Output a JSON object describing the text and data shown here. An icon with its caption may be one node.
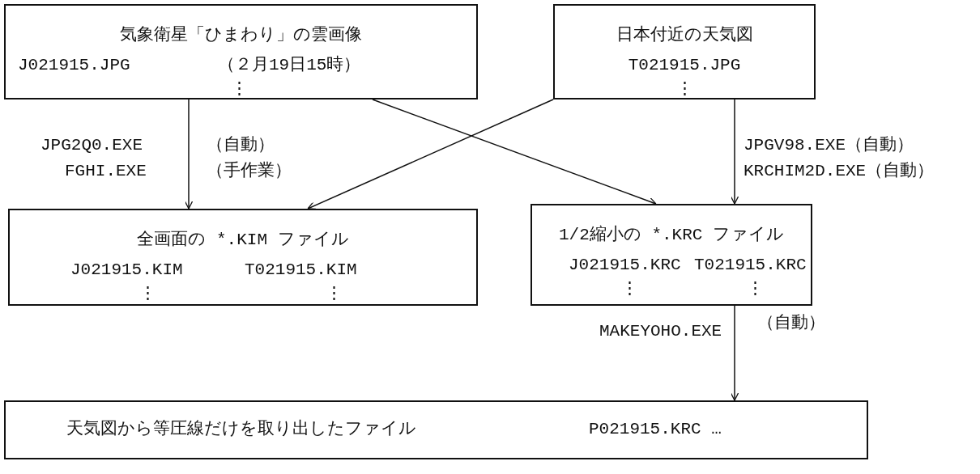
{
  "diagram": {
    "nodes": [
      {
        "text": [
          "気象衛星「ひまわり」の雲画像",
          "J021915.JPG",
          "（２月19日15時）",
          "⋮"
        ]
      },
      {
        "text": [
          "日本付近の天気図",
          "T021915.JPG",
          "⋮"
        ]
      },
      {
        "text": [
          "全画面の *.KIM ファイル",
          "J021915.KIM",
          "T021915.KIM",
          "⋮",
          "⋮"
        ]
      },
      {
        "text": [
          "1/2縮小の *.KRC ファイル",
          "J021915.KRC",
          "T021915.KRC",
          "⋮",
          "⋮"
        ]
      },
      {
        "text": [
          "天気図から等圧線だけを取り出したファイル",
          "P021915.KRC …"
        ]
      }
    ],
    "edges": [
      {
        "from": 0,
        "to": 2,
        "arrow": "to"
      },
      {
        "from": 1,
        "to": 2,
        "arrow": "to"
      },
      {
        "from": 0,
        "to": 3,
        "arrow": "to"
      },
      {
        "from": 1,
        "to": 3,
        "arrow": "to"
      },
      {
        "from": 3,
        "to": 4,
        "arrow": "to"
      }
    ],
    "labels": [
      "JPG2Q0.EXE",
      "（自動）",
      "FGHI.EXE",
      "（手作業）",
      "JPGV98.EXE（自動）",
      "KRCHIM2D.EXE（自動）",
      "MAKEYOHO.EXE",
      "（自動）"
    ]
  }
}
